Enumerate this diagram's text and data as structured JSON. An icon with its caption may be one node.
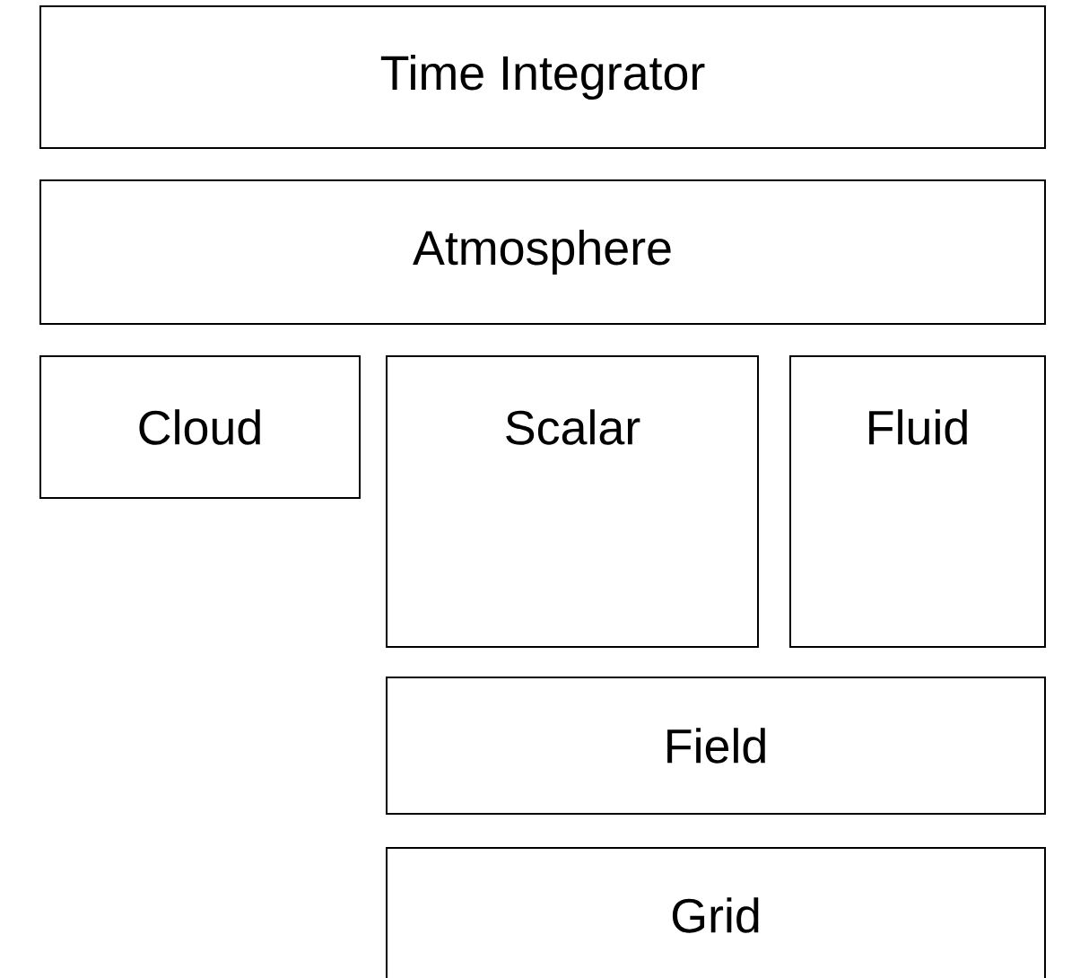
{
  "diagram": {
    "nodes": [
      {
        "text": [
          "Time Integrator"
        ]
      },
      {
        "text": [
          "Atmosphere"
        ]
      },
      {
        "text": [
          "Cloud"
        ]
      },
      {
        "text": [
          "Scalar"
        ]
      },
      {
        "text": [
          "Fluid"
        ]
      },
      {
        "text": [
          "Field"
        ]
      },
      {
        "text": [
          "Grid"
        ]
      }
    ]
  }
}
